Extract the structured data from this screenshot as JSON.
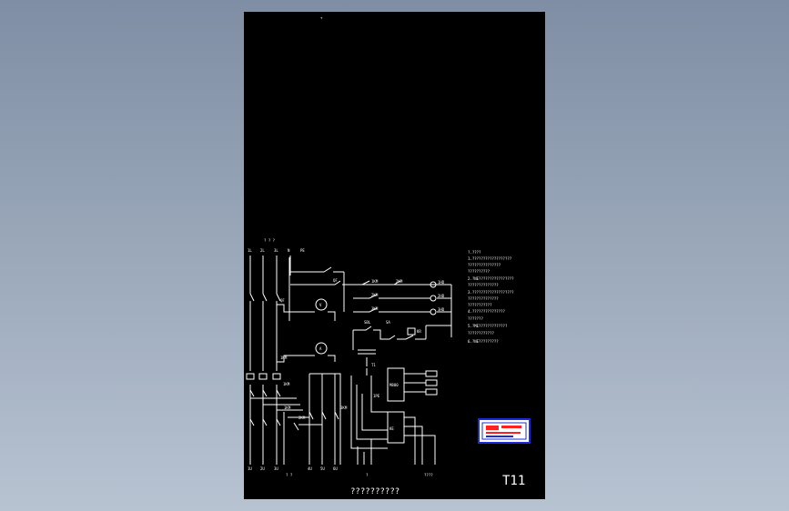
{
  "drawing": {
    "title_block_id": "T11",
    "bottom_caption": "??????????",
    "logo_colors": {
      "frame": "#1c2bd8",
      "text": "#ff2020",
      "fill": "#ffffff"
    }
  },
  "labels": {
    "phase_group_top": "? ? ?",
    "L1": "1L",
    "L2": "2L",
    "L3": "3L",
    "N": "N",
    "PE": "PE",
    "QF": "QF",
    "KM1_a": "1KM",
    "KM2_a": "2KM",
    "KM1_b": "1KM",
    "KM2_b": "2KM",
    "KM3_a": "3KM",
    "lamp1": "1HD",
    "lamp2": "2HD",
    "lamp3": "3HD",
    "voltmeter": "V",
    "ammeter": "A",
    "SB": "SBL",
    "SA": "SA",
    "KR": "KR",
    "T1": "T1",
    "block1": "M800",
    "block2": "KE",
    "PE_mid": "1PE",
    "bottom_1": "1U",
    "bottom_2": "2U",
    "bottom_3": "3U",
    "bottom_4": "4U",
    "bottom_5": "5U",
    "bottom_6": "6U",
    "bottom_mid": "? ?",
    "bottom_center": "?",
    "bottom_right": "????"
  },
  "notes": [
    "?.????",
    "1.??????????????????",
    "  ???????????????",
    "  ??????????",
    "2.?NE????????????????",
    "  ??????????????",
    "3.???????????????????",
    "  ??????????????",
    "  ???????????",
    "4.???????????????",
    "  ???????",
    "5.?ME?????????????",
    "  ????????????",
    "6.?NE?????????"
  ]
}
